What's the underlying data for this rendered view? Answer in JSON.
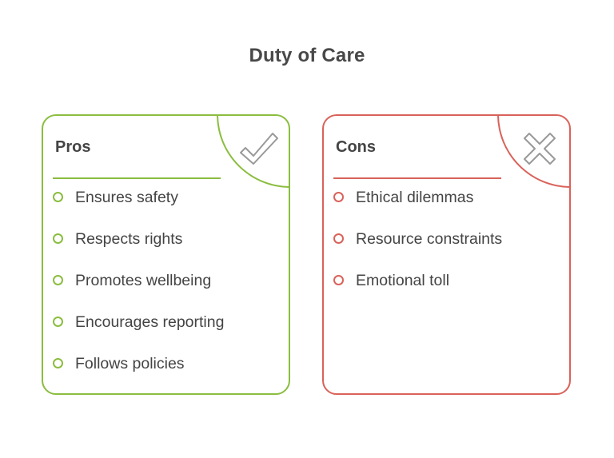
{
  "title": "Duty of Care",
  "pros": {
    "heading": "Pros",
    "icon": "checkmark-icon",
    "color": "#8bbd3f",
    "items": [
      "Ensures safety",
      "Respects rights",
      "Promotes wellbeing",
      "Encourages reporting",
      "Follows policies"
    ]
  },
  "cons": {
    "heading": "Cons",
    "icon": "cross-icon",
    "color": "#d9625a",
    "items": [
      "Ethical dilemmas",
      "Resource constraints",
      "Emotional toll"
    ]
  },
  "icon_color": "#999999"
}
